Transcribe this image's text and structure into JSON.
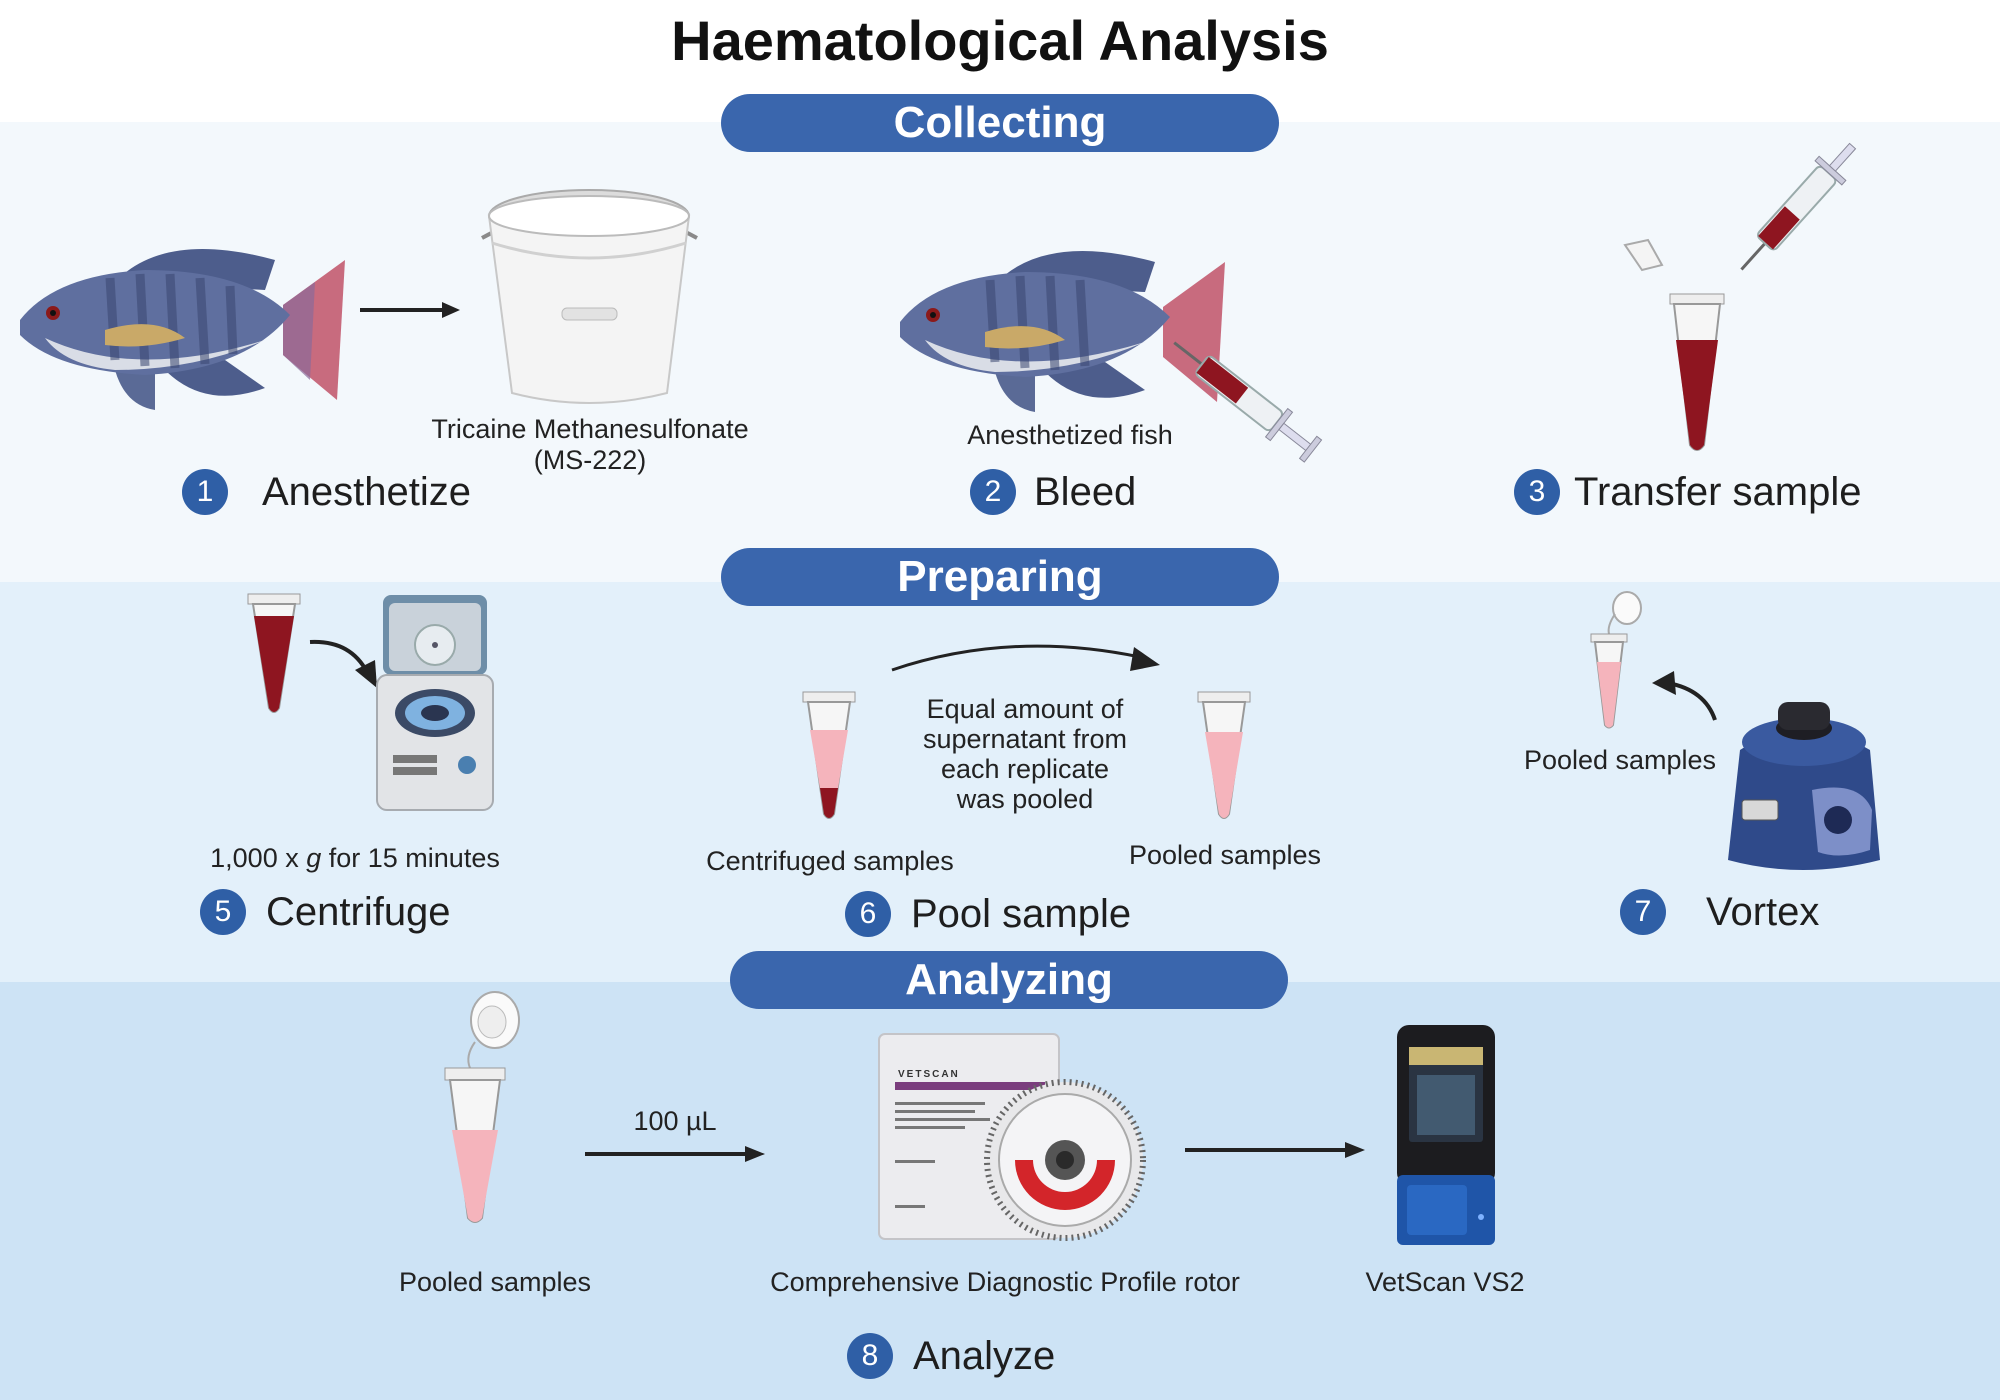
{
  "title": "Haematological Analysis",
  "stages": {
    "collecting": "Collecting",
    "preparing": "Preparing",
    "analyzing": "Analyzing"
  },
  "steps": {
    "s1": {
      "num": "1",
      "label": "Anesthetize"
    },
    "s2": {
      "num": "2",
      "label": "Bleed"
    },
    "s3": {
      "num": "3",
      "label": "Transfer sample"
    },
    "s5": {
      "num": "5",
      "label": "Centrifuge"
    },
    "s6": {
      "num": "6",
      "label": "Pool sample"
    },
    "s7": {
      "num": "7",
      "label": "Vortex"
    },
    "s8": {
      "num": "8",
      "label": "Analyze"
    }
  },
  "labels": {
    "tricaine_line1": "Tricaine Methanesulfonate",
    "tricaine_line2": "(MS-222)",
    "anesthetized_fish": "Anesthetized fish",
    "centrifuge_prefix": "1,000 x ",
    "centrifuge_g": "g",
    "centrifuge_suffix": " for 15 minutes",
    "centrifuged_samples": "Centrifuged samples",
    "equal_amount_1": "Equal amount of",
    "equal_amount_2": "supernatant from",
    "equal_amount_3": "each replicate",
    "equal_amount_4": "was pooled",
    "pooled_samples_6": "Pooled samples",
    "pooled_samples_7": "Pooled samples",
    "pooled_samples_8": "Pooled samples",
    "volume": "100 µL",
    "rotor": "Comprehensive Diagnostic Profile rotor",
    "analyzer": "VetScan VS2",
    "rotor_brand": "VETSCAN"
  },
  "colors": {
    "stage_pill": "#3a66ad",
    "step_badge": "#2f5fa6",
    "blood": "#8e1520",
    "supernatant": "#f5b4bc",
    "band_collecting": "#f3f8fc",
    "band_preparing": "#e3f0fa",
    "band_analyzing": "#cde3f5"
  }
}
